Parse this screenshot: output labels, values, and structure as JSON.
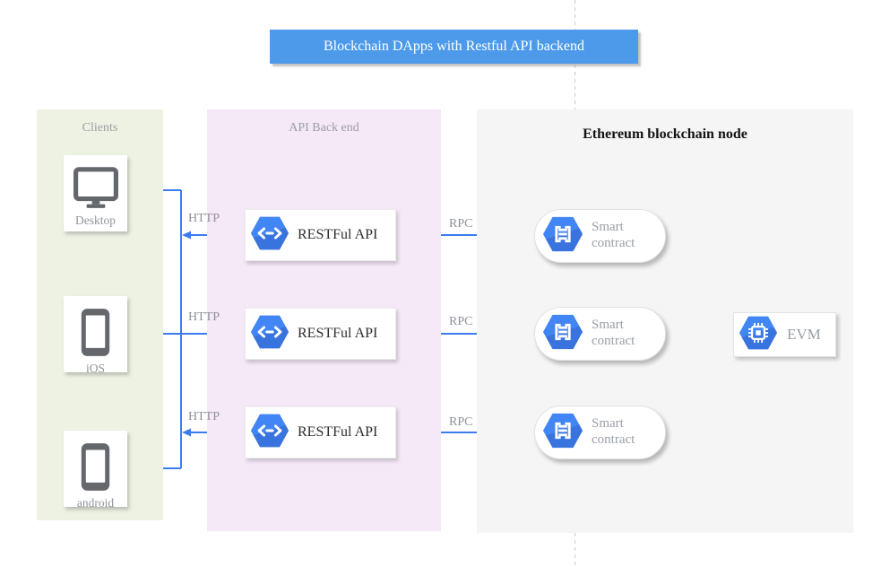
{
  "banner": {
    "title": "Blockchain DApps with Restful API backend",
    "bg": "#4d9aeb"
  },
  "columns": {
    "clients": {
      "title": "Clients",
      "bg": "#edf2e3"
    },
    "api_backend": {
      "title": "API Back end",
      "bg": "#f5e8f7"
    },
    "ethereum": {
      "title": "Ethereum blockchain node",
      "bg": "#f5f5f5"
    }
  },
  "clients": {
    "desktop": {
      "label": "Desktop",
      "icon": "desktop-monitor-icon"
    },
    "ios": {
      "label": "iOS",
      "icon": "mobile-phone-icon"
    },
    "android": {
      "label": "android",
      "icon": "mobile-phone-icon"
    }
  },
  "api_nodes": {
    "row1": {
      "label": "RESTFul API",
      "icon": "api-hexagon-icon"
    },
    "row2": {
      "label": "RESTFul API",
      "icon": "api-hexagon-icon"
    },
    "row3": {
      "label": "RESTFul API",
      "icon": "api-hexagon-icon"
    }
  },
  "contract_nodes": {
    "row1": {
      "label": "Smart contract",
      "icon": "contract-hexagon-icon"
    },
    "row2": {
      "label": "Smart contract",
      "icon": "contract-hexagon-icon"
    },
    "row3": {
      "label": "Smart contract",
      "icon": "contract-hexagon-icon"
    }
  },
  "evm": {
    "label": "EVM",
    "icon": "evm-chip-hexagon-icon"
  },
  "edge_labels": {
    "http1": "HTTP",
    "http2": "HTTP",
    "http3": "HTTP",
    "rpc1": "RPC",
    "rpc2": "RPC",
    "rpc3": "RPC"
  },
  "colors": {
    "connector_blue": "#3b7cf2",
    "banner_blue": "#4d9aeb",
    "icon_blue": "#4285f4",
    "clients_bg": "#edf2e3",
    "api_backend_bg": "#f5e8f7",
    "ethereum_bg": "#f5f5f5",
    "muted_text": "#9aa0a6",
    "dark_text": "#2d2d2d",
    "device_gray": "#64676c",
    "dashed_guide_gray": "#c9c9c9"
  }
}
